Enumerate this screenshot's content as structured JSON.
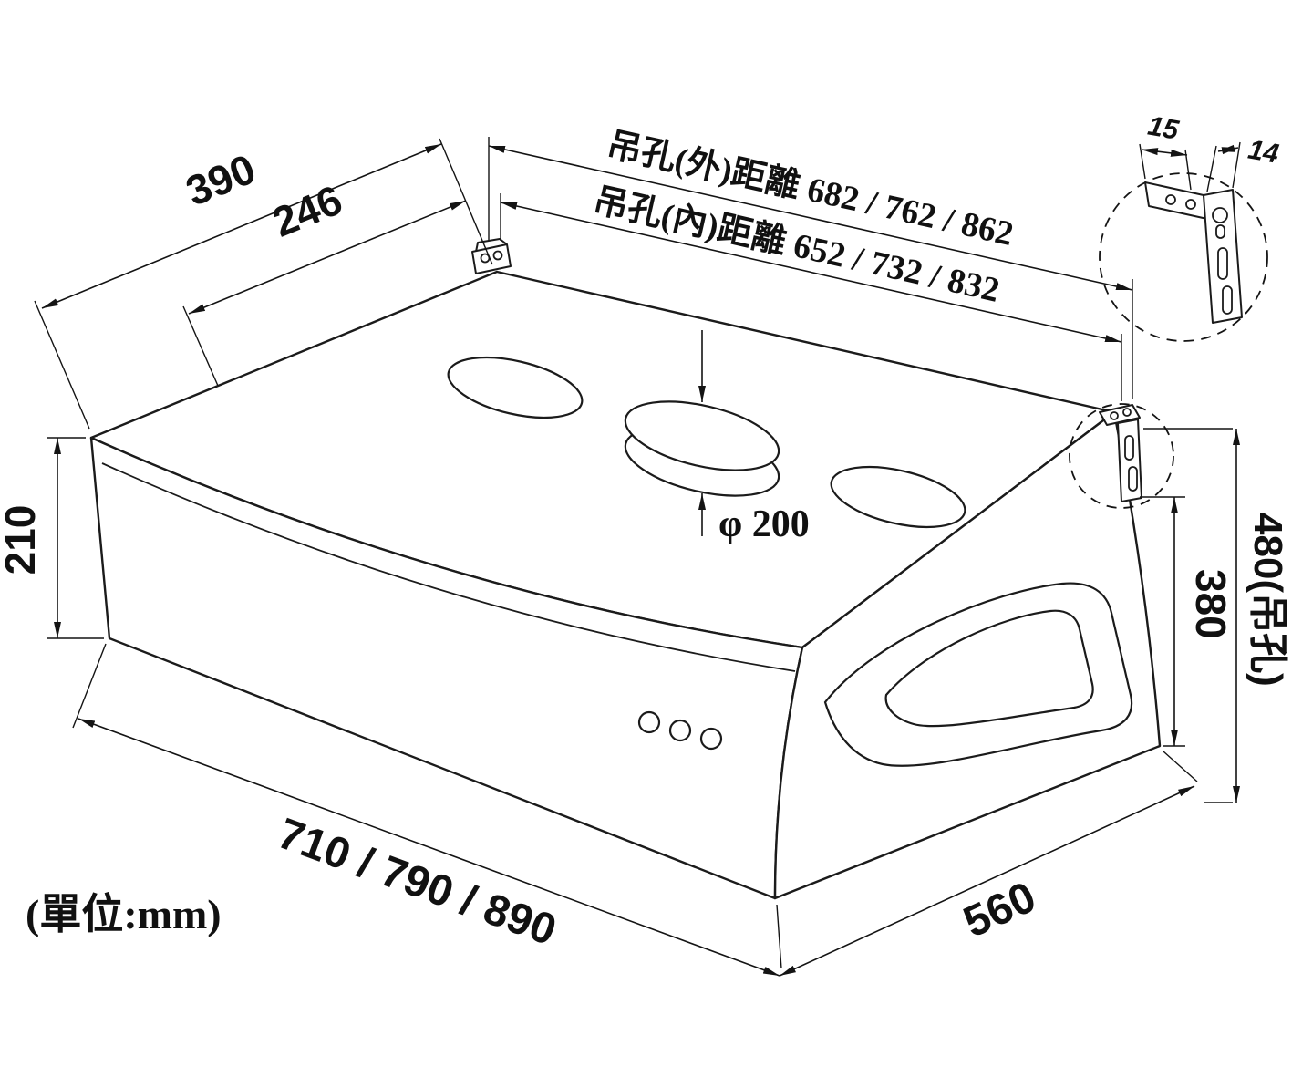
{
  "colors": {
    "line": "#1b1b1b",
    "dim": "#141414",
    "background": "#ffffff"
  },
  "labels": {
    "unit_note": "(單位:mm)",
    "depth_top": "390",
    "hole_offset": "246",
    "height_left": "210",
    "outer_holes": "吊孔(外)距離 682 / 762 / 862",
    "inner_holes": "吊孔(內)距離 652 / 732 / 832",
    "duct_diameter": "φ 200",
    "width_options": "710 / 790 / 890",
    "depth_bottom": "560",
    "height_right": "380",
    "hanging_hole_height": "480(吊孔)",
    "detail_width_a": "15",
    "detail_width_b": "14"
  }
}
